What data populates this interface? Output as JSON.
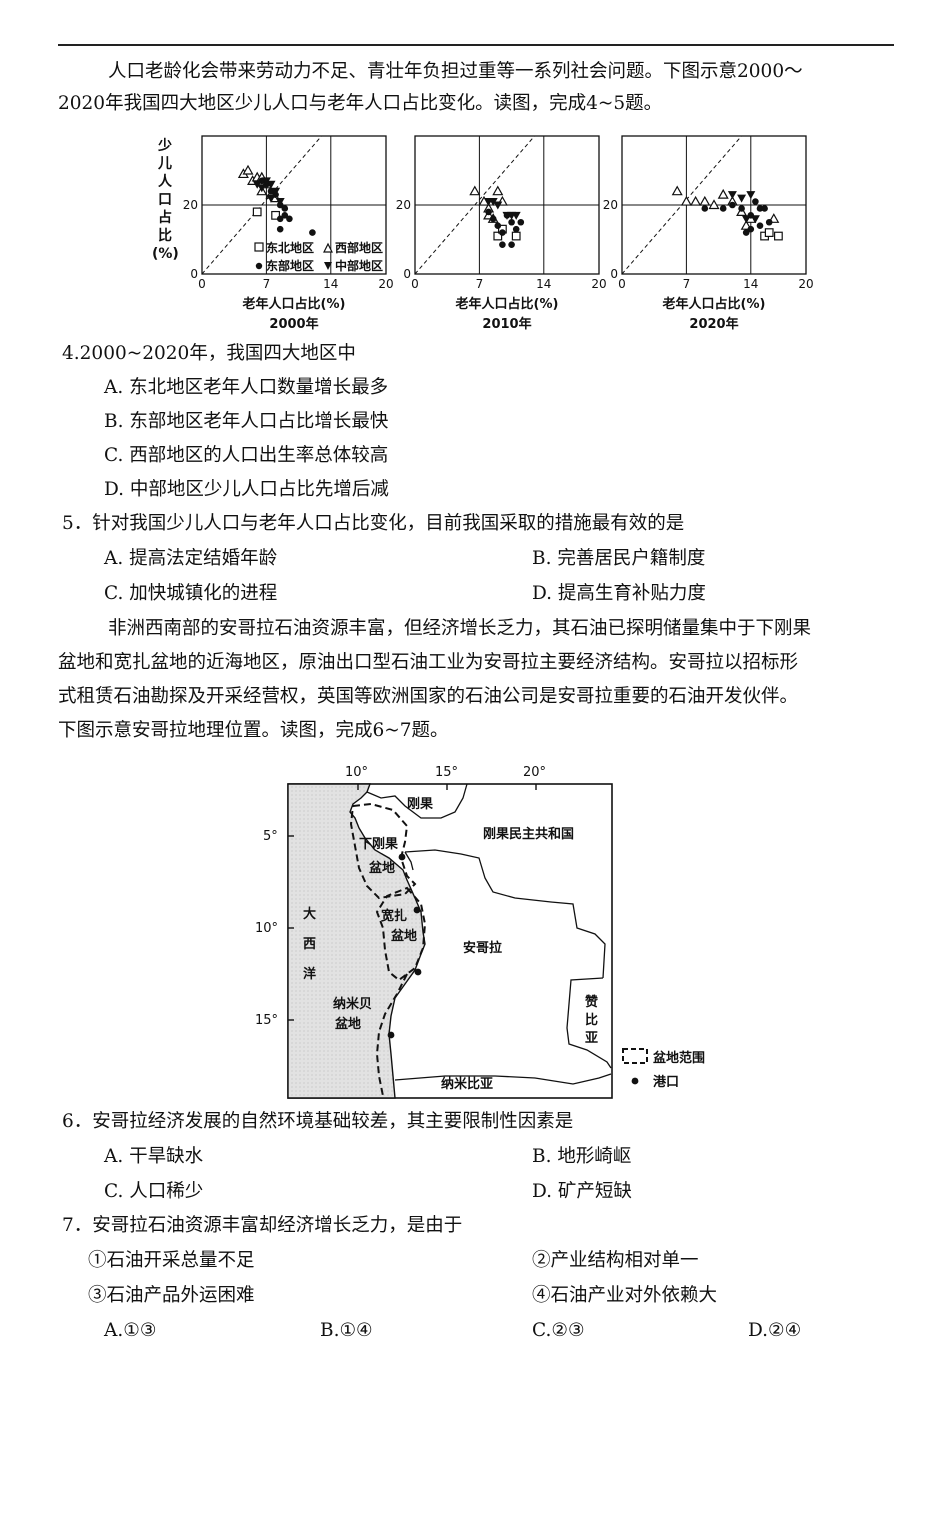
{
  "intro1": {
    "line1": "人口老龄化会带来劳动力不足、青壮年负担过重等一系列社会问题。下图示意2000～",
    "line2": "2020年我国四大地区少儿人口与老年人口占比变化。读图，完成4~5题。"
  },
  "chart_data": [
    {
      "type": "scatter",
      "caption": "2000年",
      "xlabel": "老年人口占比(%)",
      "ylabel": "少儿人口占比(%)",
      "xlim": [
        0,
        20
      ],
      "ylim": [
        0,
        40
      ],
      "xticks": [
        0,
        7,
        14,
        20
      ],
      "yticks": [
        0,
        20
      ],
      "series": [
        {
          "name": "东北地区",
          "marker": "square-open",
          "points": [
            [
              6,
              18
            ],
            [
              8,
              17
            ]
          ]
        },
        {
          "name": "西部地区",
          "marker": "triangle-open",
          "points": [
            [
              4.5,
              29
            ],
            [
              5,
              30
            ],
            [
              5.5,
              27
            ],
            [
              6,
              28
            ],
            [
              6.5,
              28
            ],
            [
              7,
              26
            ],
            [
              7.5,
              23
            ],
            [
              8,
              22
            ],
            [
              6.5,
              24
            ]
          ]
        },
        {
          "name": "东部地区",
          "marker": "dot",
          "points": [
            [
              6.5,
              27
            ],
            [
              7,
              26
            ],
            [
              7.5,
              24
            ],
            [
              8,
              23
            ],
            [
              8.5,
              20
            ],
            [
              9,
              19
            ],
            [
              9,
              17
            ],
            [
              8.5,
              16
            ],
            [
              9.5,
              16
            ],
            [
              8.5,
              13
            ],
            [
              12,
              12
            ]
          ]
        },
        {
          "name": "中部地区",
          "marker": "triangle-down",
          "points": [
            [
              6,
              26
            ],
            [
              6.5,
              25
            ],
            [
              7,
              27
            ],
            [
              7.5,
              26
            ],
            [
              7.5,
              22
            ],
            [
              8,
              24
            ],
            [
              8.5,
              21
            ]
          ]
        }
      ]
    },
    {
      "type": "scatter",
      "caption": "2010年",
      "xlabel": "老年人口占比(%)",
      "ylabel": "",
      "xlim": [
        0,
        20
      ],
      "ylim": [
        0,
        40
      ],
      "xticks": [
        0,
        7,
        14,
        20
      ],
      "yticks": [
        0,
        20
      ],
      "series": [
        {
          "name": "东北地区",
          "marker": "square-open",
          "points": [
            [
              9,
              11
            ],
            [
              9.5,
              13
            ],
            [
              11,
              11
            ]
          ]
        },
        {
          "name": "西部地区",
          "marker": "triangle-open",
          "points": [
            [
              6.5,
              24
            ],
            [
              7.5,
              21
            ],
            [
              8,
              19
            ],
            [
              8.5,
              16
            ],
            [
              9,
              24
            ],
            [
              9.5,
              21
            ],
            [
              8,
              17
            ]
          ]
        },
        {
          "name": "东部地区",
          "marker": "dot",
          "points": [
            [
              8,
              18
            ],
            [
              8.5,
              16
            ],
            [
              9,
              14
            ],
            [
              9.5,
              12
            ],
            [
              10,
              17
            ],
            [
              10.5,
              15
            ],
            [
              11,
              13
            ],
            [
              11.5,
              15
            ],
            [
              9.5,
              8.5
            ],
            [
              10.5,
              8.5
            ]
          ]
        },
        {
          "name": "中部地区",
          "marker": "triangle-down",
          "points": [
            [
              8,
              21
            ],
            [
              8.5,
              21
            ],
            [
              9,
              20
            ],
            [
              10,
              17
            ],
            [
              10.5,
              17
            ],
            [
              11,
              17
            ]
          ]
        }
      ]
    },
    {
      "type": "scatter",
      "caption": "2020年",
      "xlabel": "老年人口占比(%)",
      "ylabel": "",
      "xlim": [
        0,
        20
      ],
      "ylim": [
        0,
        40
      ],
      "xticks": [
        0,
        7,
        14,
        20
      ],
      "yticks": [
        0,
        20
      ],
      "series": [
        {
          "name": "东北地区",
          "marker": "square-open",
          "points": [
            [
              15.5,
              11
            ],
            [
              16,
              12
            ],
            [
              17,
              11
            ]
          ]
        },
        {
          "name": "西部地区",
          "marker": "triangle-open",
          "points": [
            [
              6,
              24
            ],
            [
              7,
              21
            ],
            [
              8,
              21
            ],
            [
              9,
              21
            ],
            [
              10,
              20
            ],
            [
              11,
              23
            ],
            [
              12,
              21
            ],
            [
              13,
              18
            ],
            [
              14,
              16
            ],
            [
              13.5,
              14
            ],
            [
              16.5,
              16
            ]
          ]
        },
        {
          "name": "东部地区",
          "marker": "dot",
          "points": [
            [
              9,
              19
            ],
            [
              11,
              19
            ],
            [
              12,
              20
            ],
            [
              13,
              19
            ],
            [
              14,
              17
            ],
            [
              14,
              13
            ],
            [
              14.5,
              21
            ],
            [
              15,
              19
            ],
            [
              15.5,
              19
            ],
            [
              15,
              14
            ],
            [
              16,
              15
            ],
            [
              13.5,
              12
            ]
          ]
        },
        {
          "name": "中部地区",
          "marker": "triangle-down",
          "points": [
            [
              12,
              23
            ],
            [
              13,
              22
            ],
            [
              13.5,
              16
            ],
            [
              14,
              23
            ],
            [
              14.5,
              16
            ]
          ]
        }
      ]
    }
  ],
  "chart_labels": {
    "ylabel_chars": [
      "少",
      "儿",
      "人",
      "口",
      "占",
      "比"
    ],
    "ylabel_unit": "(%)",
    "xlabel": "老年人口占比(%)",
    "ticks_x": [
      "0",
      "7",
      "14",
      "20"
    ],
    "tick_y20": "20",
    "tick_y0": "0",
    "legend": {
      "northeast": "东北地区",
      "west": "西部地区",
      "east": "东部地区",
      "central": "中部地区"
    },
    "captions": [
      "2000年",
      "2010年",
      "2020年"
    ]
  },
  "q4": {
    "stem": "4.2000~2020年，我国四大地区中",
    "A": "A. 东北地区老年人口数量增长最多",
    "B": "B. 东部地区老年人口占比增长最快",
    "C": "C. 西部地区的人口出生率总体较高",
    "D": "D. 中部地区少儿人口占比先增后减"
  },
  "q5": {
    "stem": "5．针对我国少儿人口与老年人口占比变化，目前我国采取的措施最有效的是",
    "A": "A. 提高法定结婚年龄",
    "B": "B. 完善居民户籍制度",
    "C": "C. 加快城镇化的进程",
    "D": "D. 提高生育补贴力度"
  },
  "intro2": {
    "line1": "非洲西南部的安哥拉石油资源丰富，但经济增长乏力，其石油已探明储量集中于下刚果",
    "line2": "盆地和宽扎盆地的近海地区，原油出口型石油工业为安哥拉主要经济结构。安哥拉以招标形",
    "line3": "式租赁石油勘探及开采经营权，英国等欧洲国家的石油公司是安哥拉重要的石油开发伙伴。",
    "line4": "下图示意安哥拉地理位置。读图，完成6~7题。"
  },
  "map": {
    "lon_labels": [
      "10°",
      "15°",
      "20°"
    ],
    "lat_labels": [
      "5°",
      "10°",
      "15°"
    ],
    "congo": "刚果",
    "drc": "刚果民主共和国",
    "lower_congo_1": "下刚果",
    "lower_congo_2": "盆地",
    "kwanza_1": "宽扎",
    "kwanza_2": "盆地",
    "angola": "安哥拉",
    "atlantic": [
      "大",
      "西",
      "洋"
    ],
    "namibe_1": "纳米贝",
    "namibe_2": "盆地",
    "zambia": [
      "赞",
      "比",
      "亚"
    ],
    "namibia": "纳米比亚",
    "legend_basin": "盆地范围",
    "legend_port": "港口"
  },
  "q6": {
    "stem": "6．安哥拉经济发展的自然环境基础较差，其主要限制性因素是",
    "A": "A. 干旱缺水",
    "B": "B. 地形崎岖",
    "C": "C. 人口稀少",
    "D": "D. 矿产短缺"
  },
  "q7": {
    "stem": "7．安哥拉石油资源丰富却经济增长乏力，是由于",
    "s1": "①石油开采总量不足",
    "s2": "②产业结构相对单一",
    "s3": "③石油产品外运困难",
    "s4": "④石油产业对外依赖大",
    "A": "A.①③",
    "B": "B.①④",
    "C": "C.②③",
    "D": "D.②④"
  }
}
